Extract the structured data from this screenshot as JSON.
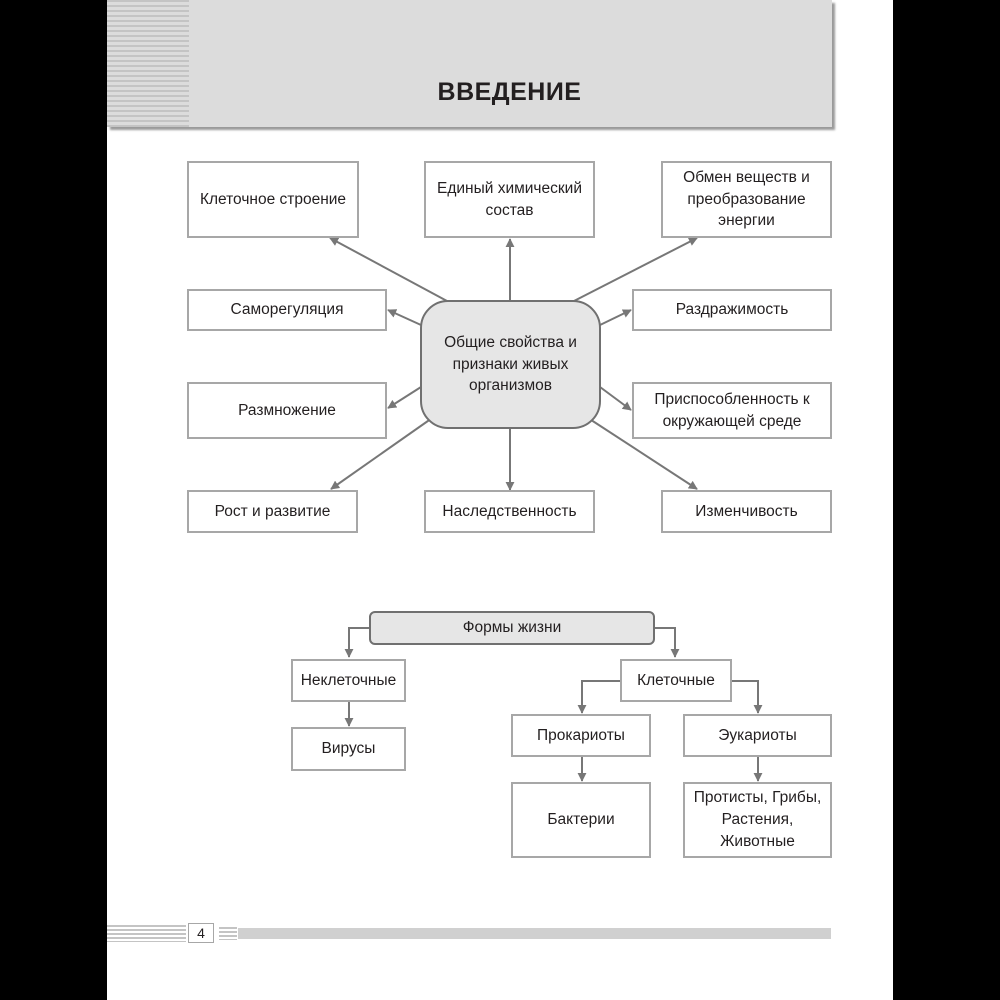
{
  "header": {
    "title": "ВВЕДЕНИЕ"
  },
  "properties_diagram": {
    "center": "Общие свойства и признаки живых организмов",
    "nodes": {
      "cell_structure": "Клеточное строение",
      "chemical_composition": "Единый химический состав",
      "metabolism": "Обмен веществ и преобразование энергии",
      "self_regulation": "Саморегуляция",
      "irritability": "Раздражимость",
      "reproduction": "Размножение",
      "adaptation": "Приспособленность к окружающей среде",
      "growth": "Рост и развитие",
      "heredity": "Наследственность",
      "variability": "Изменчивость"
    }
  },
  "life_forms_diagram": {
    "root": "Формы жизни",
    "non_cellular": "Неклеточные",
    "viruses": "Вирусы",
    "cellular": "Клеточные",
    "prokaryotes": "Прокариоты",
    "bacteria": "Бактерии",
    "eukaryotes": "Эукариоты",
    "eukaryote_groups": "Протисты, Грибы, Растения, Животные"
  },
  "footer": {
    "page_number": "4"
  },
  "colors": {
    "box_border": "#a7a7a7",
    "node_fill": "#e6e6e6",
    "arrow": "#777777",
    "header_band": "#dcdcdc"
  }
}
